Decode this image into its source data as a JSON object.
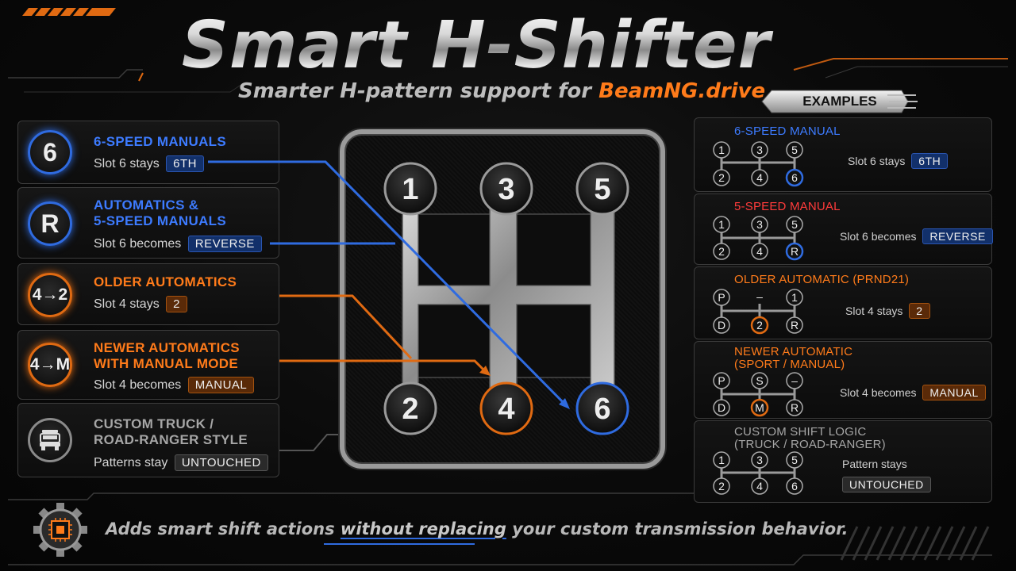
{
  "header": {
    "title": "Smart H-Shifter",
    "subtitle_prefix": "Smarter H-pattern support for",
    "subtitle_brand": "BeamNG.drive"
  },
  "colors": {
    "blue": "#2f6be0",
    "orange": "#ff7b1a",
    "red": "#ff3b3b",
    "gray": "#9a9a9a"
  },
  "left_cards": [
    {
      "badge": "6",
      "heading": "6-SPEED MANUALS",
      "heading2": "",
      "desc": "Slot 6 stays",
      "tag": "6TH",
      "tone": "blue"
    },
    {
      "badge": "R",
      "heading": "AUTOMATICS &",
      "heading2": "5-SPEED MANUALS",
      "desc": "Slot 6 becomes",
      "tag": "REVERSE",
      "tone": "blue"
    },
    {
      "badge": "4→2",
      "heading": "OLDER AUTOMATICS",
      "heading2": "",
      "desc": "Slot 4 stays",
      "tag": "2",
      "tone": "orange"
    },
    {
      "badge": "4→M",
      "heading": "NEWER AUTOMATICS",
      "heading2": "WITH MANUAL MODE",
      "desc": "Slot 4 becomes",
      "tag": "MANUAL",
      "tone": "orange"
    },
    {
      "badge_icon": "truck-icon",
      "heading": "CUSTOM TRUCK /",
      "heading2": "ROAD-RANGER STYLE",
      "desc": "Patterns stay",
      "tag": "UNTOUCHED",
      "tone": "gray"
    }
  ],
  "shifter": {
    "top": [
      "1",
      "3",
      "5"
    ],
    "bottom": [
      "2",
      "4",
      "6"
    ]
  },
  "examples": {
    "button": "EXAMPLES",
    "cards": [
      {
        "title": "6-SPEED MANUAL",
        "title2": "",
        "tone": "blue",
        "top": [
          "1",
          "3",
          "5"
        ],
        "mid": "",
        "bottom": [
          "2",
          "4",
          "6"
        ],
        "highlight": 2,
        "desc": "Slot 6 stays",
        "tag": "6TH"
      },
      {
        "title": "5-SPEED MANUAL",
        "title2": "",
        "tone": "red",
        "top": [
          "1",
          "3",
          "5"
        ],
        "mid": "",
        "bottom": [
          "2",
          "4",
          "R"
        ],
        "highlight": 2,
        "desc": "Slot 6 becomes",
        "tag": "REVERSE"
      },
      {
        "title": "OLDER AUTOMATIC (PRND21)",
        "title2": "",
        "tone": "orange",
        "top": [
          "P",
          "",
          "1"
        ],
        "mid": "–",
        "bottom": [
          "D",
          "2",
          "R"
        ],
        "highlight": 1,
        "desc": "Slot 4 stays",
        "tag": "2"
      },
      {
        "title": "NEWER AUTOMATIC",
        "title2": "(SPORT / MANUAL)",
        "tone": "orange",
        "top": [
          "P",
          "S",
          "–"
        ],
        "mid": "",
        "bottom": [
          "D",
          "M",
          "R"
        ],
        "highlight": 1,
        "desc": "Slot 4 becomes",
        "tag": "MANUAL"
      },
      {
        "title": "CUSTOM SHIFT LOGIC",
        "title2": "(TRUCK / ROAD-RANGER)",
        "tone": "gray",
        "top": [
          "1",
          "3",
          "5"
        ],
        "mid": "",
        "bottom": [
          "2",
          "4",
          "6"
        ],
        "highlight": -1,
        "desc": "Pattern stays",
        "tag": "UNTOUCHED"
      }
    ]
  },
  "footer": {
    "text_a": "Adds smart shift actions ",
    "text_u": "without replacing",
    "text_b": " your custom transmission behavior."
  }
}
